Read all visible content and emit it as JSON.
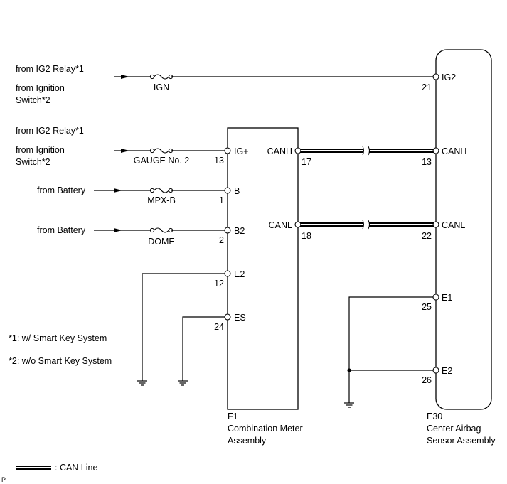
{
  "sources": {
    "ig2_relay_1": "from IG2 Relay*1",
    "ignition_1_line1": "from Ignition",
    "ignition_1_line2": "Switch*2",
    "ig2_relay_2": "from IG2 Relay*1",
    "ignition_2_line1": "from Ignition",
    "ignition_2_line2": "Switch*2",
    "battery_1": "from Battery",
    "battery_2": "from Battery"
  },
  "fuses": {
    "ign": "IGN",
    "gauge": "GAUGE No. 2",
    "mpxb": "MPX-B",
    "dome": "DOME"
  },
  "combination_meter": {
    "connector": "F1",
    "name_line1": "Combination Meter",
    "name_line2": "Assembly",
    "terminals": {
      "ig_plus": {
        "name": "IG+",
        "pin": "13"
      },
      "b": {
        "name": "B",
        "pin": "1"
      },
      "b2": {
        "name": "B2",
        "pin": "2"
      },
      "e2": {
        "name": "E2",
        "pin": "12"
      },
      "es": {
        "name": "ES",
        "pin": "24"
      },
      "canh": {
        "name": "CANH",
        "pin": "17"
      },
      "canl": {
        "name": "CANL",
        "pin": "18"
      }
    }
  },
  "airbag_sensor": {
    "connector": "E30",
    "name_line1": "Center Airbag",
    "name_line2": "Sensor Assembly",
    "terminals": {
      "ig2": {
        "name": "IG2",
        "pin": "21"
      },
      "canh": {
        "name": "CANH",
        "pin": "13"
      },
      "canl": {
        "name": "CANL",
        "pin": "22"
      },
      "e1": {
        "name": "E1",
        "pin": "25"
      },
      "e2": {
        "name": "E2",
        "pin": "26"
      }
    }
  },
  "notes": {
    "note1": "*1: w/ Smart Key System",
    "note2": "*2: w/o Smart Key System"
  },
  "legend": {
    "can_line": ": CAN Line"
  },
  "corner_mark": "P"
}
